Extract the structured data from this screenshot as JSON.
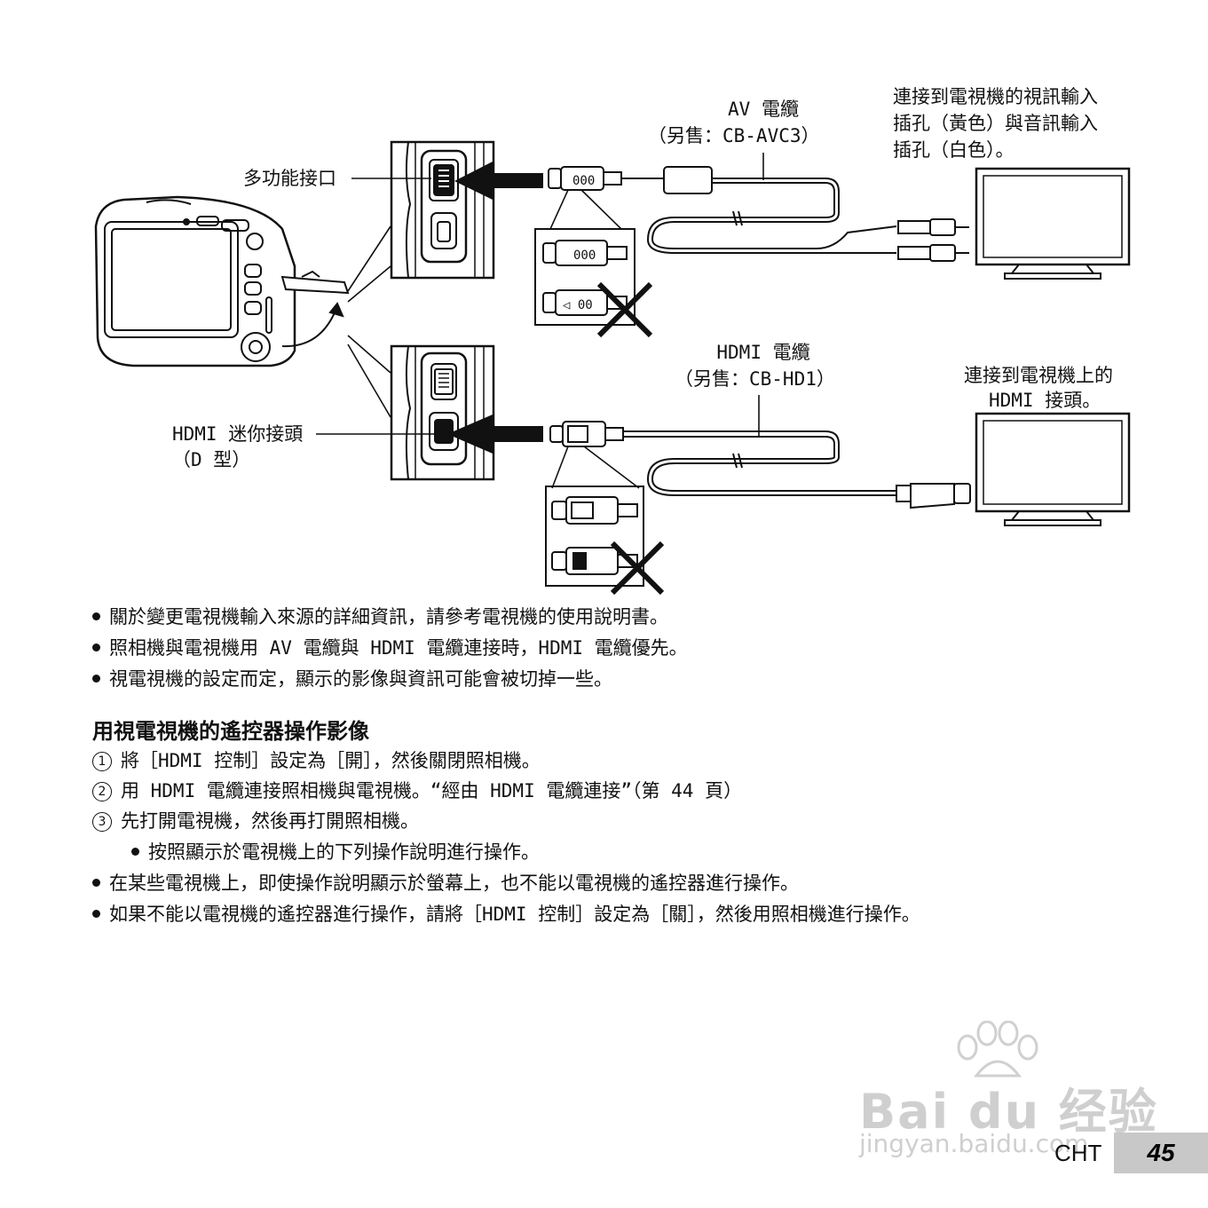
{
  "diagram": {
    "av_cable": {
      "title": "AV 電纜",
      "sub": "（另售：CB-AVC3）"
    },
    "av_tv_label": [
      "連接到電視機的視訊輸入",
      "插孔（黃色）與音訊輸入",
      "插孔（白色）。"
    ],
    "multi_connector_label": "多功能接口",
    "hdmi_cable": {
      "title": "HDMI 電纜",
      "sub": "（另售：CB-HD1）"
    },
    "hdmi_tv_label": [
      "連接到電視機上的",
      "HDMI 接頭。"
    ],
    "hdmi_connector_label": [
      "HDMI 迷你接頭",
      "（D 型）"
    ]
  },
  "notes": [
    "關於變更電視機輸入來源的詳細資訊，請參考電視機的使用說明書。",
    "照相機與電視機用 AV 電纜與 HDMI 電纜連接時，HDMI 電纜優先。",
    "視電視機的設定而定，顯示的影像與資訊可能會被切掉一些。"
  ],
  "section": {
    "title": "用視電視機的遙控器操作影像",
    "steps": [
      {
        "num": "1",
        "text": "將［HDMI 控制］設定為［開］，然後關閉照相機。"
      },
      {
        "num": "2",
        "text": "用 HDMI 電纜連接照相機與電視機。“經由 HDMI 電纜連接”（第 44 頁）"
      },
      {
        "num": "3",
        "text": "先打開電視機，然後再打開照相機。"
      }
    ],
    "sub_note": "按照顯示於電視機上的下列操作說明進行操作。",
    "notes": [
      "在某些電視機上，即使操作說明顯示於螢幕上，也不能以電視機的遙控器進行操作。",
      "如果不能以電視機的遙控器進行操作，請將［HDMI 控制］設定為［關］，然後用照相機進行操作。"
    ]
  },
  "footer": {
    "lang": "CHT",
    "page": "45"
  },
  "watermark": {
    "logo": "Bai du 经验",
    "url": "jingyan.baidu.com"
  }
}
